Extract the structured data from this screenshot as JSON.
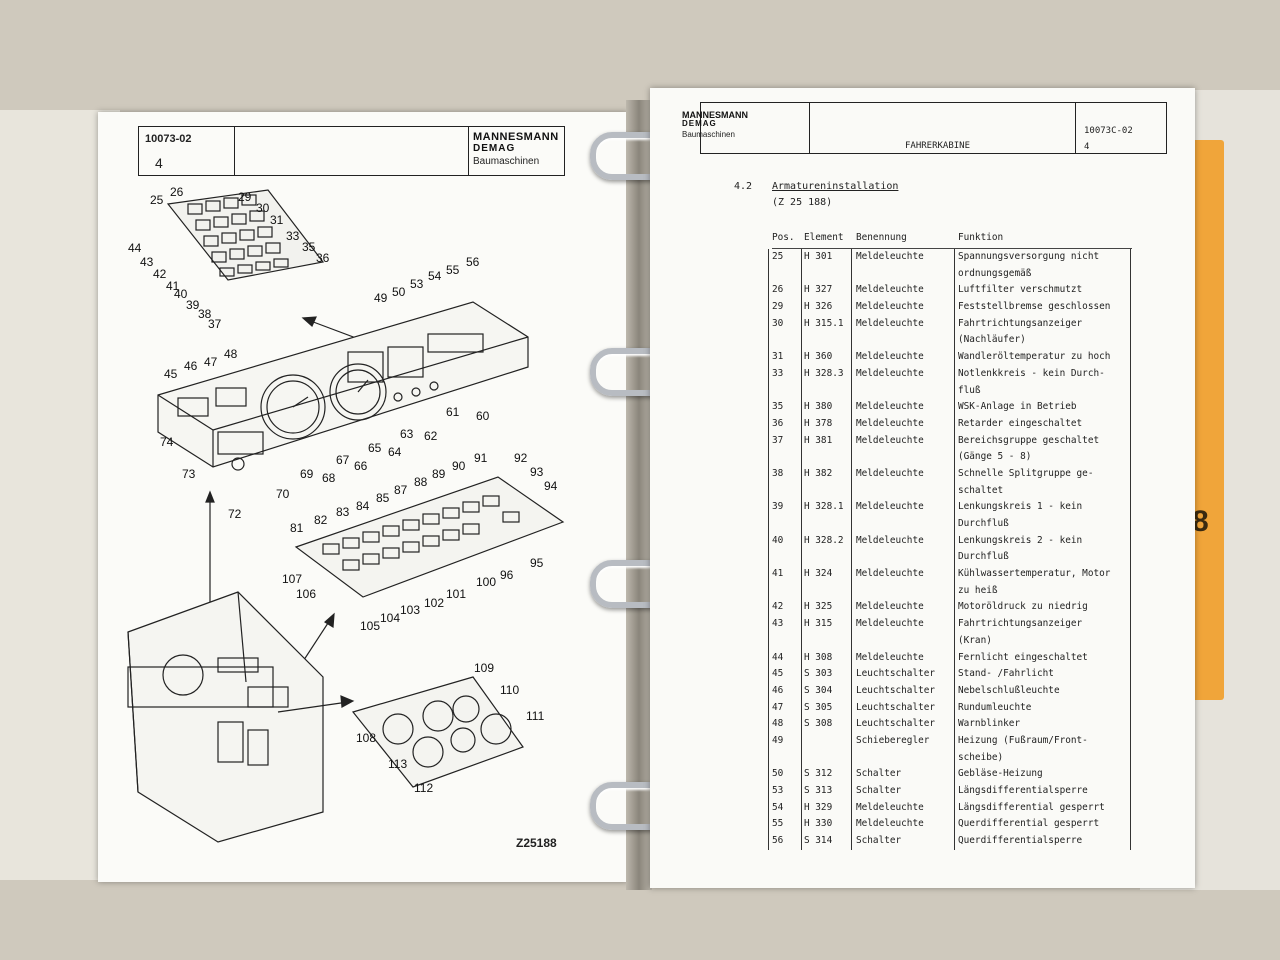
{
  "left_page": {
    "doc_number": "10073-02",
    "section": "4",
    "brand_line1": "MANNESMANN",
    "brand_line2": "DEMAG",
    "brand_line3": "Baumaschinen",
    "drawing_number": "Z25188",
    "callouts": [
      "25",
      "26",
      "29",
      "30",
      "31",
      "33",
      "35",
      "36",
      "44",
      "43",
      "42",
      "41",
      "40",
      "39",
      "38",
      "37",
      "56",
      "55",
      "54",
      "53",
      "50",
      "49",
      "45",
      "46",
      "47",
      "48",
      "74",
      "73",
      "72",
      "70",
      "69",
      "68",
      "67",
      "66",
      "65",
      "64",
      "63",
      "62",
      "61",
      "60",
      "92",
      "93",
      "94",
      "91",
      "90",
      "89",
      "88",
      "87",
      "85",
      "84",
      "83",
      "82",
      "81",
      "107",
      "106",
      "105",
      "104",
      "103",
      "102",
      "101",
      "100",
      "96",
      "95",
      "109",
      "110",
      "111",
      "108",
      "113",
      "112"
    ]
  },
  "right_page": {
    "brand_line1": "MANNESMANN",
    "brand_line2": "DEMAG",
    "brand_line3": "Baumaschinen",
    "title": "FAHRERKABINE",
    "doc_number": "10073C-02",
    "section": "4",
    "section_number": "4.2",
    "section_title": "Armatureninstallation",
    "section_ref": "(Z 25 188)",
    "table_headers": [
      "Pos.",
      "Element",
      "Benennung",
      "Funktion"
    ],
    "rows": [
      {
        "pos": "25",
        "element": "H 301",
        "name": "Meldeleuchte",
        "function": "Spannungsversorgung nicht"
      },
      {
        "pos": "",
        "element": "",
        "name": "",
        "function": "ordnungsgemäß"
      },
      {
        "pos": "26",
        "element": "H 327",
        "name": "Meldeleuchte",
        "function": "Luftfilter verschmutzt"
      },
      {
        "pos": "29",
        "element": "H 326",
        "name": "Meldeleuchte",
        "function": "Feststellbremse geschlossen"
      },
      {
        "pos": "30",
        "element": "H 315.1",
        "name": "Meldeleuchte",
        "function": "Fahrtrichtungsanzeiger"
      },
      {
        "pos": "",
        "element": "",
        "name": "",
        "function": "(Nachläufer)"
      },
      {
        "pos": "31",
        "element": "H 360",
        "name": "Meldeleuchte",
        "function": "Wandleröltemperatur zu hoch"
      },
      {
        "pos": "33",
        "element": "H 328.3",
        "name": "Meldeleuchte",
        "function": "Notlenkkreis - kein Durch-"
      },
      {
        "pos": "",
        "element": "",
        "name": "",
        "function": "fluß"
      },
      {
        "pos": "35",
        "element": "H 380",
        "name": "Meldeleuchte",
        "function": "WSK-Anlage in Betrieb"
      },
      {
        "pos": "36",
        "element": "H 378",
        "name": "Meldeleuchte",
        "function": "Retarder eingeschaltet"
      },
      {
        "pos": "37",
        "element": "H 381",
        "name": "Meldeleuchte",
        "function": "Bereichsgruppe geschaltet"
      },
      {
        "pos": "",
        "element": "",
        "name": "",
        "function": "(Gänge 5 - 8)"
      },
      {
        "pos": "38",
        "element": "H 382",
        "name": "Meldeleuchte",
        "function": "Schnelle Splitgruppe ge-"
      },
      {
        "pos": "",
        "element": "",
        "name": "",
        "function": "schaltet"
      },
      {
        "pos": "39",
        "element": "H 328.1",
        "name": "Meldeleuchte",
        "function": "Lenkungskreis 1 - kein"
      },
      {
        "pos": "",
        "element": "",
        "name": "",
        "function": "Durchfluß"
      },
      {
        "pos": "40",
        "element": "H 328.2",
        "name": "Meldeleuchte",
        "function": "Lenkungskreis 2 - kein"
      },
      {
        "pos": "",
        "element": "",
        "name": "",
        "function": "Durchfluß"
      },
      {
        "pos": "41",
        "element": "H 324",
        "name": "Meldeleuchte",
        "function": "Kühlwassertemperatur, Motor"
      },
      {
        "pos": "",
        "element": "",
        "name": "",
        "function": "zu heiß"
      },
      {
        "pos": "42",
        "element": "H 325",
        "name": "Meldeleuchte",
        "function": "Motoröldruck zu niedrig"
      },
      {
        "pos": "43",
        "element": "H 315",
        "name": "Meldeleuchte",
        "function": "Fahrtrichtungsanzeiger"
      },
      {
        "pos": "",
        "element": "",
        "name": "",
        "function": "(Kran)"
      },
      {
        "pos": "44",
        "element": "H 308",
        "name": "Meldeleuchte",
        "function": "Fernlicht eingeschaltet"
      },
      {
        "pos": "45",
        "element": "S 303",
        "name": "Leuchtschalter",
        "function": "Stand- /Fahrlicht"
      },
      {
        "pos": "46",
        "element": "S 304",
        "name": "Leuchtschalter",
        "function": "Nebelschlußleuchte"
      },
      {
        "pos": "47",
        "element": "S 305",
        "name": "Leuchtschalter",
        "function": "Rundumleuchte"
      },
      {
        "pos": "48",
        "element": "S 308",
        "name": "Leuchtschalter",
        "function": "Warnblinker"
      },
      {
        "pos": "49",
        "element": "",
        "name": "Schieberegler",
        "function": "Heizung (Fußraum/Front-"
      },
      {
        "pos": "",
        "element": "",
        "name": "",
        "function": "scheibe)"
      },
      {
        "pos": "50",
        "element": "S 312",
        "name": "Schalter",
        "function": "Gebläse-Heizung"
      },
      {
        "pos": "53",
        "element": "S 313",
        "name": "Schalter",
        "function": "Längsdifferentialsperre"
      },
      {
        "pos": "54",
        "element": "H 329",
        "name": "Meldeleuchte",
        "function": "Längsdifferential gesperrt"
      },
      {
        "pos": "55",
        "element": "H 330",
        "name": "Meldeleuchte",
        "function": "Querdifferential gesperrt"
      },
      {
        "pos": "56",
        "element": "S 314",
        "name": "Schalter",
        "function": "Querdifferentialsperre"
      }
    ]
  },
  "side_tab_label": "8"
}
